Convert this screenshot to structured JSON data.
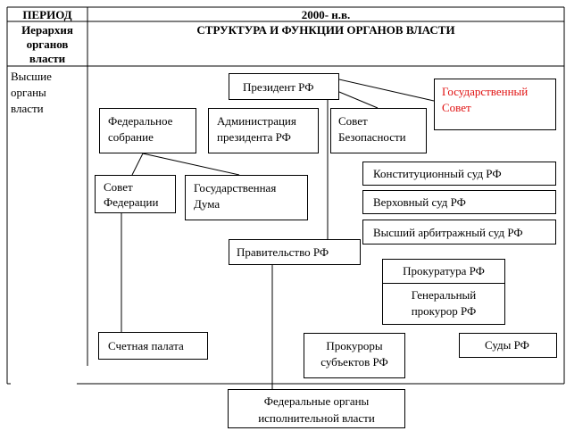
{
  "table": {
    "col1_header": "ПЕРИОД",
    "col2_header": "2000- н.в.",
    "col1_subheader": [
      "Иерархия",
      "органов",
      "власти"
    ],
    "col2_subheader": "СТРУКТУРА И ФУНКЦИИ ОРГАНОВ ВЛАСТИ",
    "row_label": [
      "Высшие",
      "органы",
      "власти"
    ]
  },
  "nodes": {
    "president": "Президент РФ",
    "state_council": [
      "Государственный",
      "Совет"
    ],
    "federal_assembly": [
      "Федеральное",
      "собрание"
    ],
    "administration": [
      "Администрация",
      "президента РФ"
    ],
    "security_council": [
      "Совет",
      "Безопасности"
    ],
    "constitutional_court": "Конституционный  суд РФ",
    "supreme_court": "Верховный суд РФ",
    "arbitration_court": "Высший арбитражный суд РФ",
    "federation_council": [
      "Совет",
      "Федерации"
    ],
    "state_duma": [
      "Государственная",
      "Дума"
    ],
    "government": "Правительство  РФ",
    "prosecutor_office": "Прокуратура РФ",
    "prosecutor_general": [
      "Генеральный",
      "прокурор РФ"
    ],
    "accounts_chamber": "Счетная палата",
    "regional_prosecutors": [
      "Прокуроры",
      "субъектов РФ"
    ],
    "courts": "Суды РФ",
    "federal_executive": [
      "Федеральные органы",
      "исполнительной  власти"
    ]
  },
  "colors": {
    "highlight": "#e01010",
    "line": "#000000"
  }
}
